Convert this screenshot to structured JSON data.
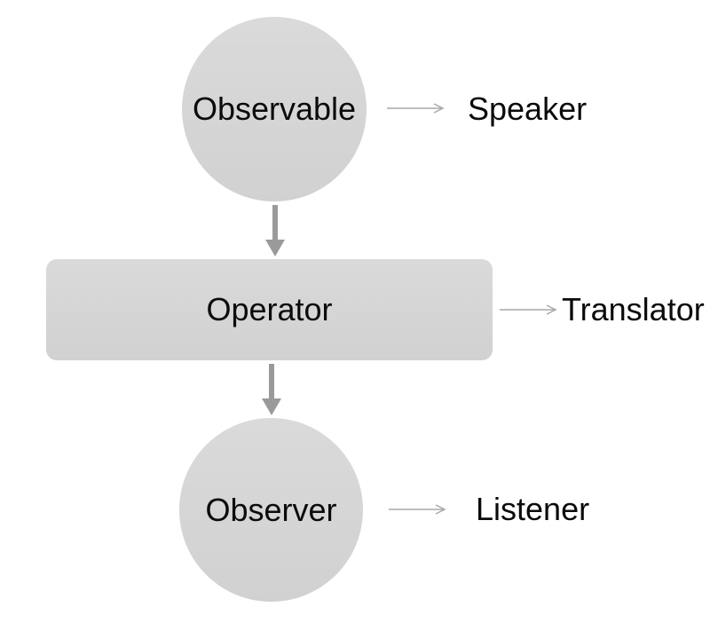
{
  "diagram": {
    "nodes": [
      {
        "id": "observable",
        "shape": "circle",
        "label": "Observable",
        "annotation": "Speaker"
      },
      {
        "id": "operator",
        "shape": "rect",
        "label": "Operator",
        "annotation": "Translator"
      },
      {
        "id": "observer",
        "shape": "circle",
        "label": "Observer",
        "annotation": "Listener"
      }
    ],
    "edges": [
      {
        "from": "observable",
        "to": "operator",
        "type": "flow-down"
      },
      {
        "from": "operator",
        "to": "observer",
        "type": "flow-down"
      }
    ],
    "colors": {
      "background": "#ffffff",
      "shape_fill": "#d6d6d6",
      "flow_arrow": "#9a9a9a",
      "annotation_arrow": "#a8a8a8",
      "text": "#0b0b0b"
    }
  }
}
